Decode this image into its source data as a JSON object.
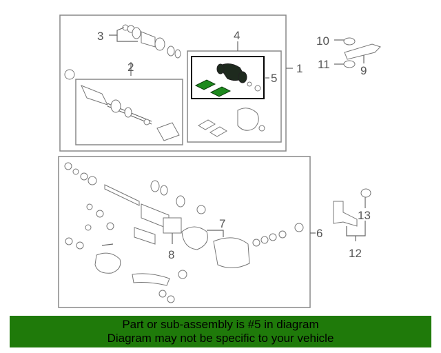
{
  "callouts": {
    "c1": "1",
    "c2": "2",
    "c3": "3",
    "c4": "4",
    "c5": "5",
    "c6": "6",
    "c7": "7",
    "c8": "8",
    "c9": "9",
    "c10": "10",
    "c11": "11",
    "c12": "12",
    "c13": "13"
  },
  "banner": {
    "line1": "Part or sub-assembly is #5 in diagram",
    "line2": "Diagram may not be specific to your vehicle"
  },
  "colors": {
    "highlight_box": "#000000",
    "highlight_part": "#1e8a1e",
    "banner_bg": "#1f7a0a"
  }
}
